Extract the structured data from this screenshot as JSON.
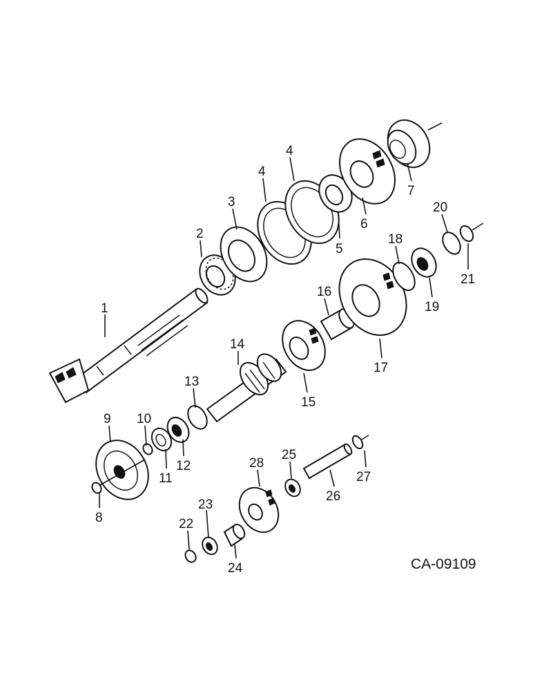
{
  "diagram": {
    "code": "CA-09109",
    "labels": [
      "1",
      "2",
      "3",
      "4",
      "4",
      "5",
      "6",
      "7",
      "8",
      "9",
      "10",
      "11",
      "12",
      "13",
      "14",
      "15",
      "16",
      "17",
      "18",
      "19",
      "20",
      "21",
      "22",
      "23",
      "24",
      "25",
      "26",
      "27",
      "28"
    ]
  },
  "colors": {
    "ink": "#111111",
    "paper": "#ffffff"
  }
}
